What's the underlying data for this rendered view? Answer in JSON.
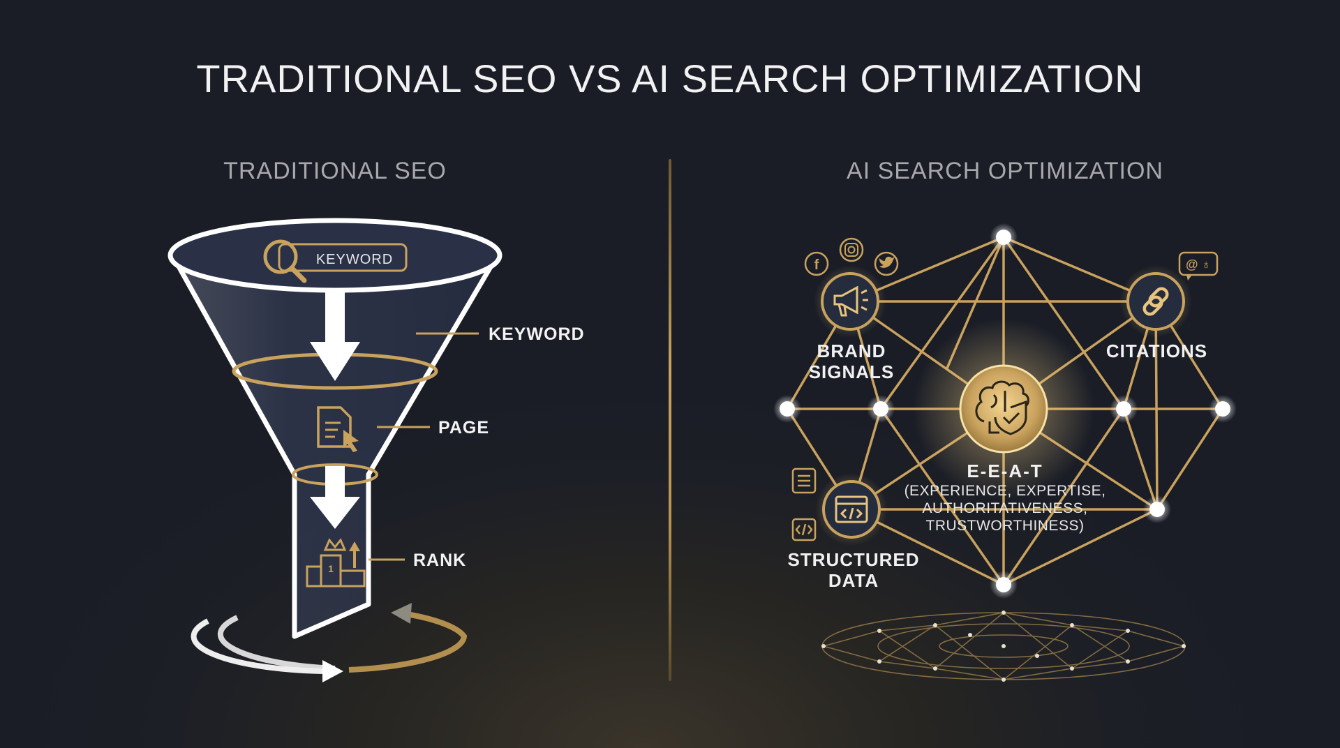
{
  "title": "TRADITIONAL SEO VS AI SEARCH OPTIMIZATION",
  "left": {
    "heading": "TRADITIONAL SEO",
    "search_box_label": "KEYWORD",
    "stages": [
      "KEYWORD",
      "PAGE",
      "RANK"
    ]
  },
  "right": {
    "heading": "AI SEARCH OPTIMIZATION",
    "nodes": {
      "brand": "BRAND\nSIGNALS",
      "citations": "CITATIONS",
      "structured": "STRUCTURED\nDATA"
    },
    "center": {
      "title": "E-E-A-T",
      "description": "(EXPERIENCE, EXPERTISE,\nAUTHORITATIVENESS,\nTRUSTWORTHINESS)"
    }
  },
  "colors": {
    "gold": "#c9a25e",
    "gold_bright": "#e7c57e",
    "navy": "#232b3f",
    "white": "#ffffff"
  },
  "icons": [
    "search-icon",
    "document-cursor-icon",
    "podium-rank-icon",
    "megaphone-icon",
    "link-icon",
    "code-window-icon",
    "brain-shield-icon",
    "facebook-icon",
    "instagram-icon",
    "twitter-icon",
    "at-mention-icon",
    "list-doc-icon",
    "code-tag-icon"
  ]
}
